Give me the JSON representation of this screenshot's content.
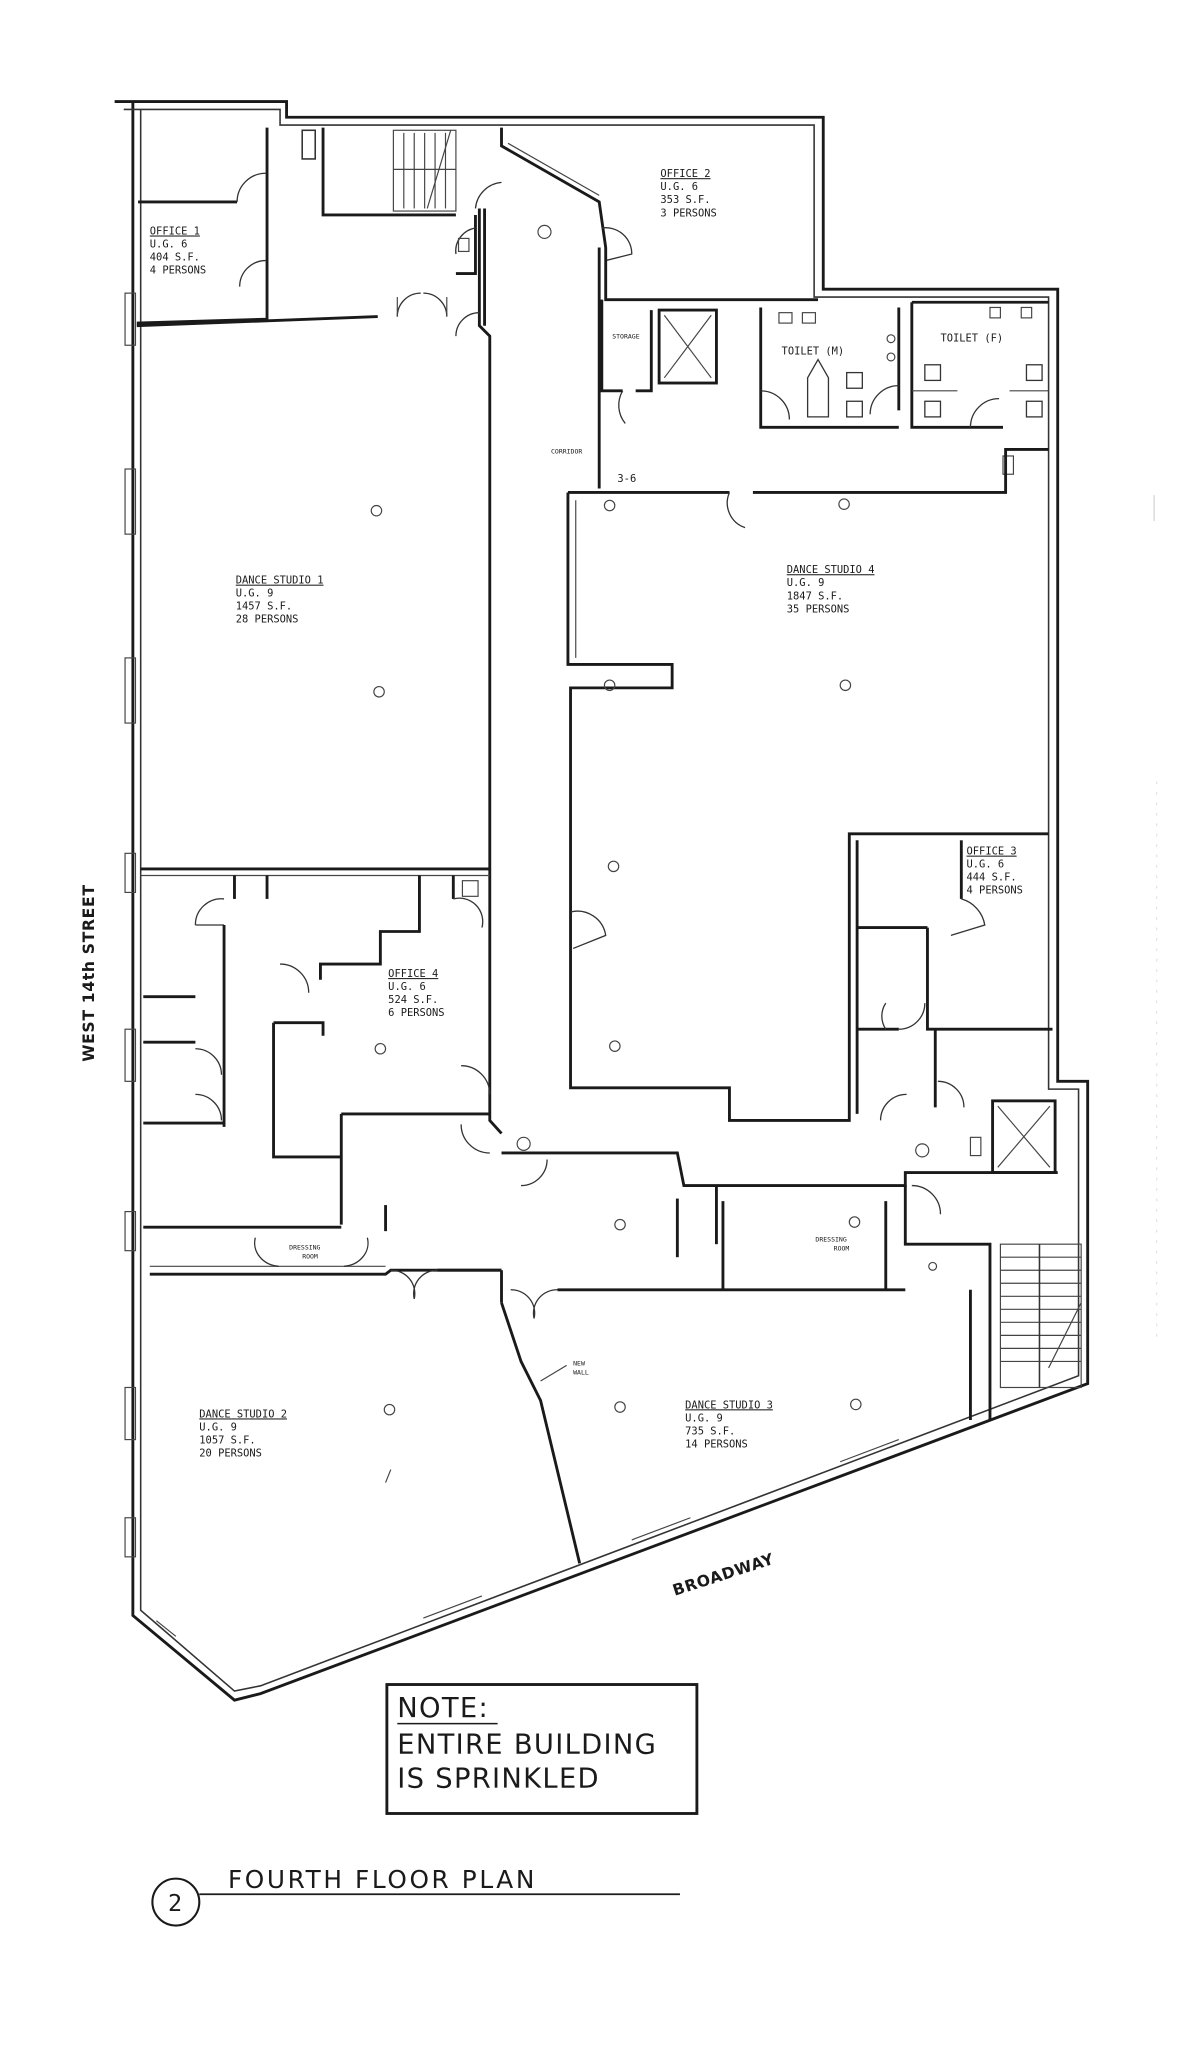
{
  "drawing": {
    "title_number": "2",
    "title": "FOURTH FLOOR PLAN",
    "note": {
      "heading": "NOTE:",
      "line1": "ENTIRE BUILDING",
      "line2": "IS SPRINKLED"
    },
    "streets": {
      "west": "WEST 14th STREET",
      "south": "BROADWAY"
    },
    "corridor_label": "CORRIDOR",
    "new_wall_label": [
      "NEW",
      "WALL"
    ],
    "rooms": [
      {
        "id": "office-1",
        "name": "OFFICE 1",
        "use_group": "U.G. 6",
        "area": "404 S.F.",
        "occupancy": "4 PERSONS"
      },
      {
        "id": "office-2",
        "name": "OFFICE 2",
        "use_group": "U.G. 6",
        "area": "353 S.F.",
        "occupancy": "3 PERSONS"
      },
      {
        "id": "storage",
        "name": "STORAGE"
      },
      {
        "id": "toilet-m",
        "name": "TOILET (M)"
      },
      {
        "id": "toilet-f",
        "name": "TOILET (F)"
      },
      {
        "id": "dance-studio-1",
        "name": "DANCE STUDIO 1",
        "use_group": "U.G. 9",
        "area": "1457 S.F.",
        "occupancy": "28 PERSONS"
      },
      {
        "id": "dance-studio-4",
        "name": "DANCE STUDIO 4",
        "use_group": "U.G. 9",
        "area": "1847 S.F.",
        "occupancy": "35 PERSONS"
      },
      {
        "id": "office-3",
        "name": "OFFICE 3",
        "use_group": "U.G. 6",
        "area": "444 S.F.",
        "occupancy": "4 PERSONS"
      },
      {
        "id": "office-4",
        "name": "OFFICE 4",
        "use_group": "U.G. 6",
        "area": "524 S.F.",
        "occupancy": "6 PERSONS"
      },
      {
        "id": "dressing-room-1",
        "name": "DRESSING",
        "name2": "ROOM"
      },
      {
        "id": "dressing-room-2",
        "name": "DRESSING",
        "name2": "ROOM"
      },
      {
        "id": "dance-studio-2",
        "name": "DANCE STUDIO 2",
        "use_group": "U.G. 9",
        "area": "1057 S.F.",
        "occupancy": "20 PERSONS"
      },
      {
        "id": "dance-studio-3",
        "name": "DANCE STUDIO 3",
        "use_group": "U.G. 9",
        "area": "735 S.F.",
        "occupancy": "14 PERSONS"
      }
    ],
    "colors": {
      "line": "#1a1a1a",
      "background": "#ffffff"
    }
  }
}
